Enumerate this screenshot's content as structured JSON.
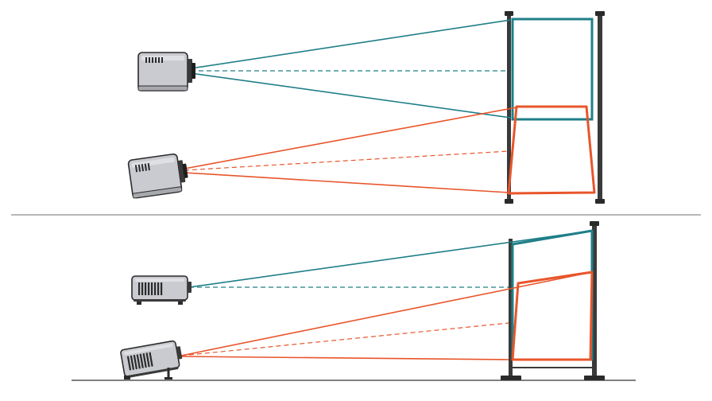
{
  "colors": {
    "background": "#ffffff",
    "teal": "#1f7f88",
    "orange": "#e8552b",
    "divider": "#8a8a8a",
    "floor": "#555555",
    "screen_frame": "#3a3a3a",
    "projector_body": "#c9cbd0",
    "projector_dark": "#2b2b2b"
  },
  "diagram": {
    "panels": [
      {
        "id": "top",
        "view": "horizontal-offset",
        "projectors": [
          {
            "id": "projector-level",
            "beam_color": "teal",
            "orientation": "level"
          },
          {
            "id": "projector-angled",
            "beam_color": "orange",
            "orientation": "tilted"
          }
        ],
        "screen": {
          "frame": "two-post",
          "projected_images": [
            "rectangle",
            "keystone-trapezoid"
          ]
        }
      },
      {
        "id": "bottom",
        "view": "vertical-tilt",
        "projectors": [
          {
            "id": "projector-table-level",
            "beam_color": "teal",
            "orientation": "level"
          },
          {
            "id": "projector-floor-tilted",
            "beam_color": "orange",
            "orientation": "tilted-up"
          }
        ],
        "screen": {
          "frame": "floor-stand",
          "projected_images": [
            "keystone-teal",
            "keystone-orange"
          ]
        }
      }
    ]
  }
}
